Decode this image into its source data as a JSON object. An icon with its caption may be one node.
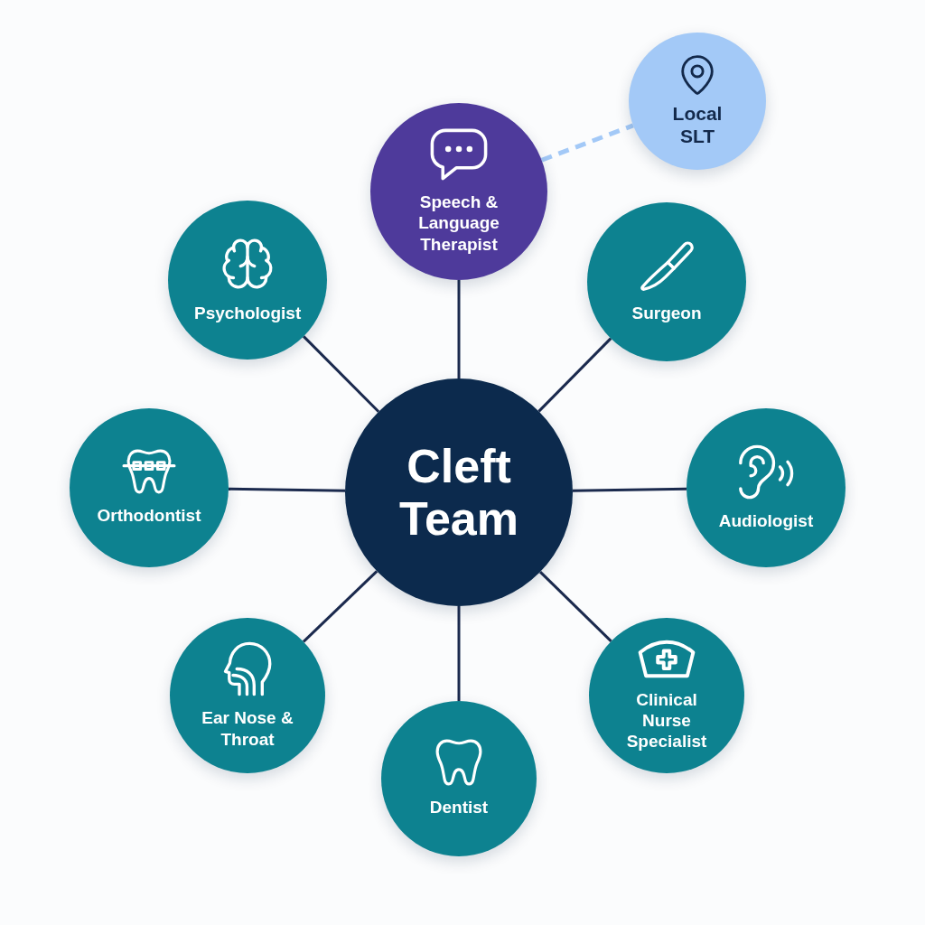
{
  "diagram": {
    "nodes": [
      {
        "text": [
          "Speech & Language Therapist"
        ]
      },
      {
        "text": [
          "Local SLT"
        ]
      },
      {
        "text": [
          "Psychologist"
        ]
      },
      {
        "text": [
          "Surgeon"
        ]
      },
      {
        "text": [
          "Orthodontist"
        ]
      },
      {
        "text": [
          "Cleft Team"
        ]
      },
      {
        "text": [
          "Audiologist"
        ]
      },
      {
        "text": [
          "Ear Nose & Throat"
        ]
      },
      {
        "text": [
          "Clinical Nurse Specialist"
        ]
      },
      {
        "text": [
          "Dentist"
        ]
      }
    ],
    "edges": [
      {
        "from": 5,
        "to": 0,
        "arrow": "none"
      },
      {
        "from": 0,
        "to": 1,
        "arrow": "none",
        "style": "dashed",
        "color": "#a3c9f7"
      },
      {
        "from": 5,
        "to": 2,
        "arrow": "none"
      },
      {
        "from": 5,
        "to": 3,
        "arrow": "none"
      },
      {
        "from": 5,
        "to": 4,
        "arrow": "none"
      },
      {
        "from": 5,
        "to": 6,
        "arrow": "none"
      },
      {
        "from": 5,
        "to": 7,
        "arrow": "none"
      },
      {
        "from": 5,
        "to": 8,
        "arrow": "none"
      },
      {
        "from": 5,
        "to": 9,
        "arrow": "none"
      }
    ]
  }
}
